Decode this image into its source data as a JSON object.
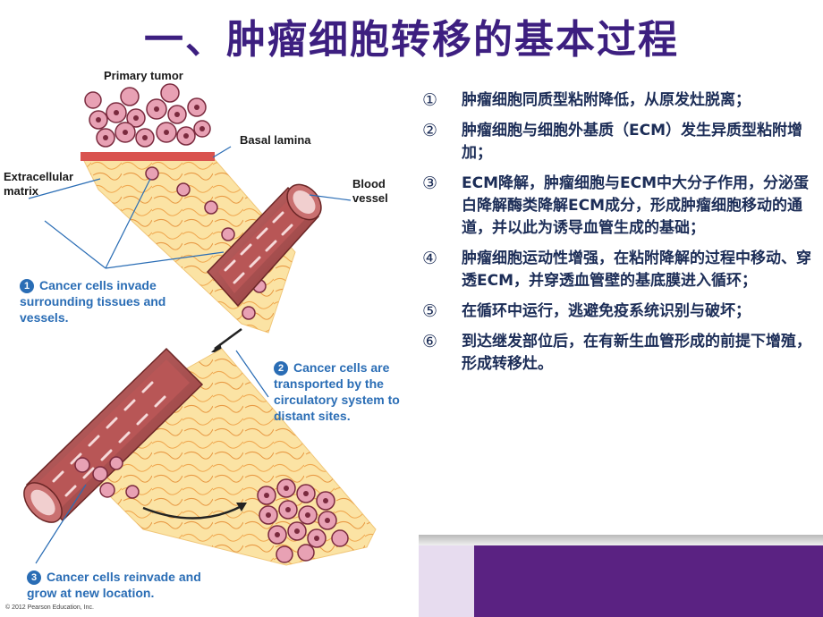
{
  "title": "一、肿瘤细胞转移的基本过程",
  "figure": {
    "labels": {
      "primary_tumor": "Primary tumor",
      "basal_lamina": "Basal lamina",
      "extracellular_matrix": "Extracellular matrix",
      "blood_vessel": "Blood vessel"
    },
    "steps": [
      {
        "num": "1",
        "text": "Cancer cells invade surrounding tissues and vessels."
      },
      {
        "num": "2",
        "text": "Cancer cells are transported by the circulatory system to distant sites."
      },
      {
        "num": "3",
        "text": "Cancer cells reinvade and grow at new location."
      }
    ],
    "copyright": "© 2012 Pearson Education, Inc."
  },
  "steps": [
    {
      "mark": "①",
      "text": "肿瘤细胞同质型粘附降低，从原发灶脱离；"
    },
    {
      "mark": "②",
      "text": "肿瘤细胞与细胞外基质（ECM）发生异质型粘附增加；"
    },
    {
      "mark": "③",
      "text": "ECM降解，肿瘤细胞与ECM中大分子作用，分泌蛋白降解酶类降解ECM成分，形成肿瘤细胞移动的通道，并以此为诱导血管生成的基础；"
    },
    {
      "mark": "④",
      "text": "肿瘤细胞运动性增强，在粘附降解的过程中移动、穿透ECM，并穿透血管壁的基底膜进入循环；"
    },
    {
      "mark": "⑤",
      "text": "在循环中运行，逃避免疫系统识别与破坏；"
    },
    {
      "mark": "⑥",
      "text": "到达继发部位后，在有新生血管形成的前提下增殖，形成转移灶。"
    }
  ],
  "colors": {
    "title": "#3d1f80",
    "text": "#1c2d57",
    "figure_blue": "#2a6db5",
    "vessel": "#a84848",
    "matrix": "#fbe3a4",
    "cell": "#d47a92",
    "bar_purple": "#5a2282",
    "bar_lilac": "#e7dcef"
  }
}
